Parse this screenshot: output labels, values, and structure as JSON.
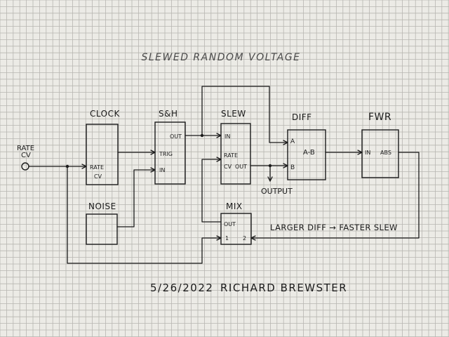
{
  "title": "SLEWED RANDOM VOLTAGE",
  "input_jack": {
    "label_line1": "RATE",
    "label_line2": "CV"
  },
  "blocks": {
    "clock": {
      "name": "CLOCK",
      "port_rate": "RATE",
      "port_cv": "CV"
    },
    "noise": {
      "name": "NOISE"
    },
    "snh": {
      "name": "S&H",
      "port_out": "OUT",
      "port_trig": "TRIG",
      "port_in": "IN"
    },
    "slew": {
      "name": "SLEW",
      "port_in": "IN",
      "port_rate": "RATE",
      "port_cv": "CV",
      "port_out": "OUT"
    },
    "diff": {
      "name": "DIFF",
      "port_a": "A",
      "port_b": "B",
      "op": "A-B"
    },
    "fwr": {
      "name": "FWR",
      "port_in": "IN",
      "port_abs": "ABS"
    },
    "mix": {
      "name": "MIX",
      "port_out": "OUT",
      "port_1": "1",
      "port_2": "2"
    }
  },
  "output_label": "OUTPUT",
  "annotation": "LARGER DIFF → FASTER SLEW",
  "signature": {
    "date": "5/26/2022",
    "name": "RICHARD BREWSTER"
  }
}
